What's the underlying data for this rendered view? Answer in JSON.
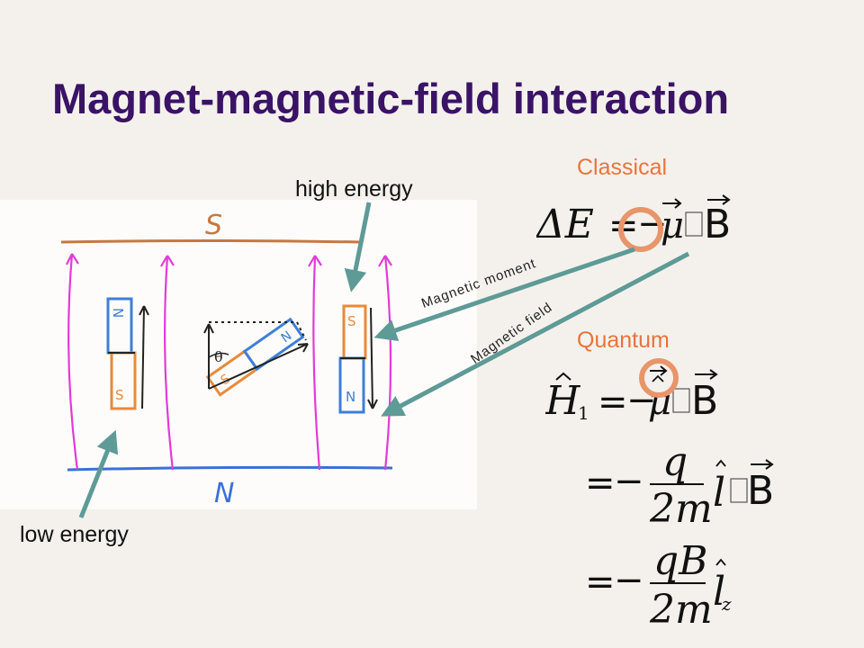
{
  "title": "Magnet-magnetic-field interaction",
  "labels": {
    "high_energy": "high energy",
    "low_energy": "low energy",
    "magnetic_moment": "Magnetic moment",
    "magnetic_field": "Magnetic field"
  },
  "sections": {
    "classical": "Classical",
    "quantum": "Quantum"
  },
  "sketch": {
    "top_pole": "S",
    "bottom_pole": "N",
    "magnet_pole_n": "N",
    "magnet_pole_s": "S",
    "angle": "θ"
  },
  "equations": {
    "classical": {
      "lhs": "ΔE",
      "eq": "=",
      "minus": "−",
      "mu": "μ",
      "dot": "·",
      "B": "B"
    },
    "quantum_1": {
      "lhs": "H",
      "sub": "1",
      "eq": "=",
      "minus": "−",
      "mu": "μ",
      "dot": "·",
      "B": "B"
    },
    "quantum_2": {
      "eq": "=",
      "minus": "−",
      "num": "q",
      "den": "2m",
      "l": "l",
      "dot": "·",
      "B": "B"
    },
    "quantum_3": {
      "eq": "=",
      "minus": "−",
      "num": "qB",
      "den": "2m",
      "l": "l",
      "sub": "z"
    }
  },
  "colors": {
    "title": "#3a1366",
    "section": "#e8743b",
    "arrow": "#5e9a96",
    "field_line": "#e23bd8",
    "south_pole_line": "#c8773f",
    "north_pole_line": "#3d6fd8",
    "magnet_blue": "#3d7fd8",
    "magnet_orange": "#e88a3a",
    "circle": "#e8956a"
  }
}
